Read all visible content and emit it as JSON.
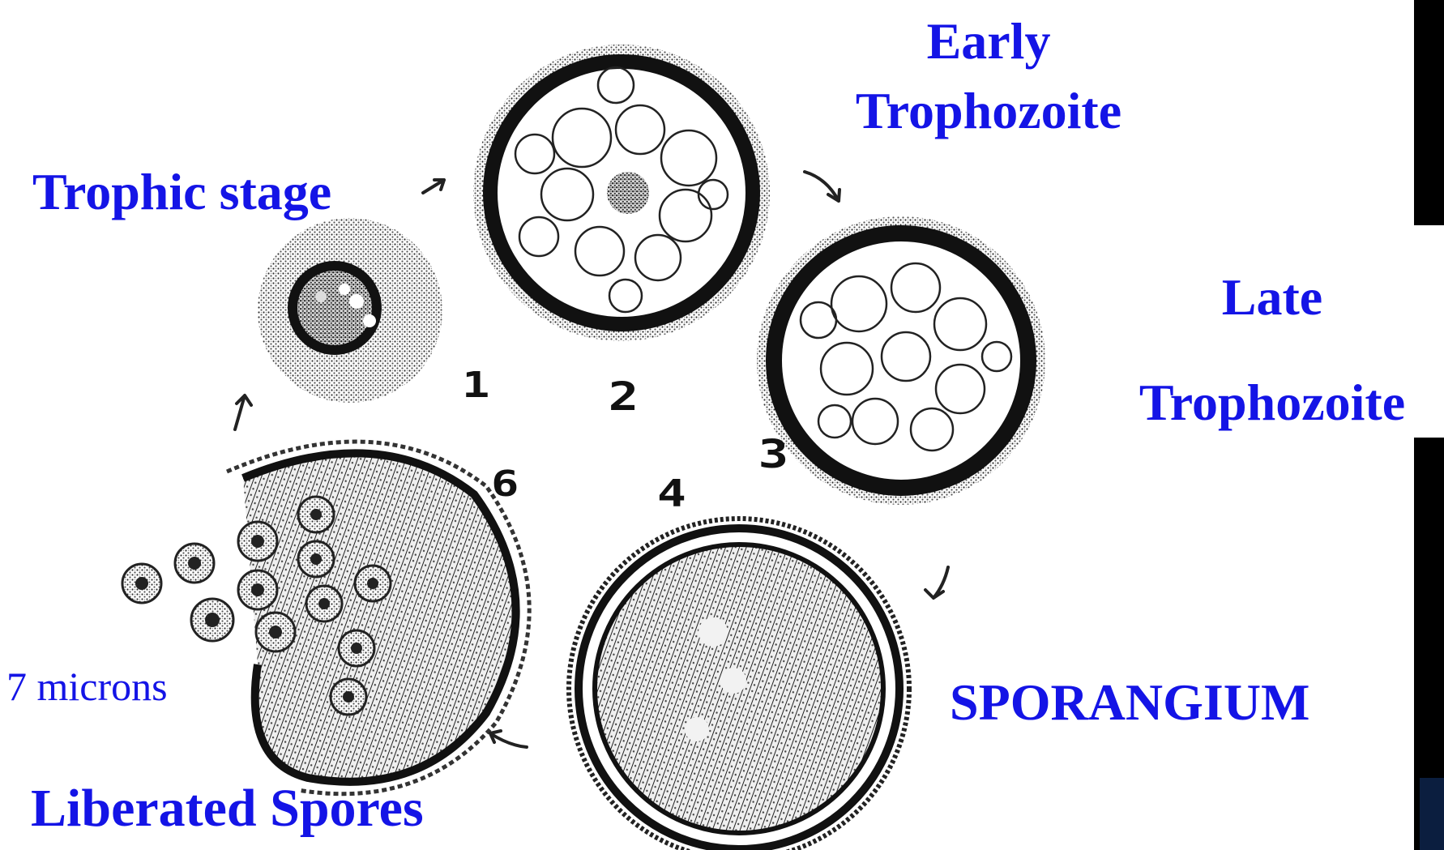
{
  "labels": {
    "early": [
      "Early",
      "Trophozoite"
    ],
    "late": [
      "Late",
      "Trophozoite"
    ],
    "trophic": "Trophic stage",
    "sporangium": "SPORANGIUM",
    "liberated": "Liberated Spores",
    "scale": "7 microns"
  },
  "stage_numbers": [
    "1",
    "2",
    "3",
    "4",
    "6"
  ],
  "colors": {
    "label": "#1414e6",
    "ink": "#111111",
    "stipple": "#555555",
    "sidebar": "#000000"
  }
}
